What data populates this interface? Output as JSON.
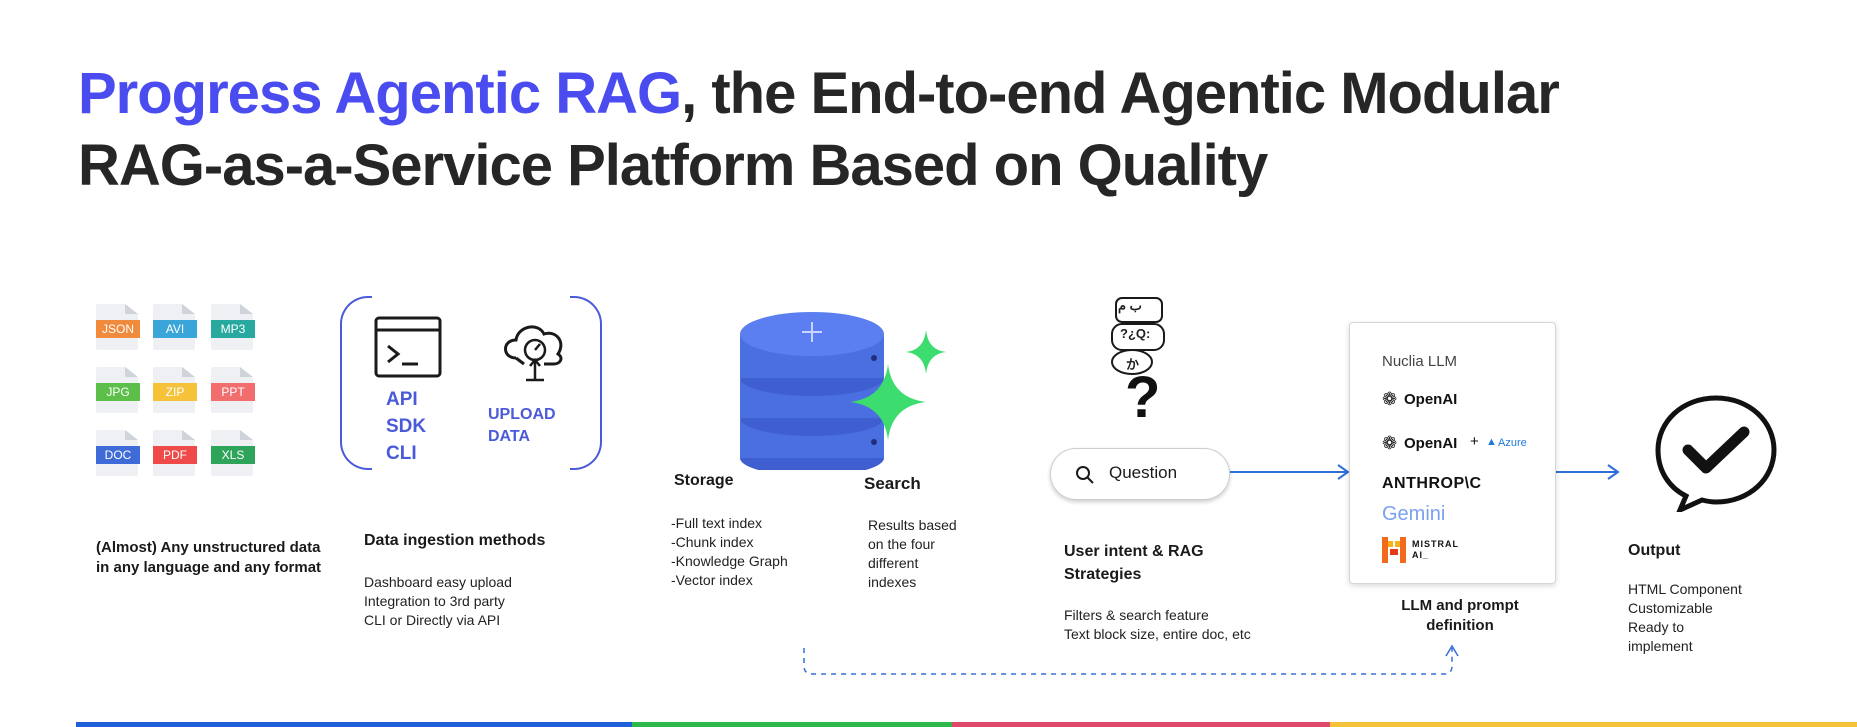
{
  "title": {
    "accent": "Progress Agentic RAG",
    "rest_line1": ", the End-to-end Agentic Modular",
    "line2": "RAG-as-a-Service Platform Based on Quality"
  },
  "files": [
    {
      "label": "JSON",
      "color": "#f08a3c"
    },
    {
      "label": "AVI",
      "color": "#3aa5d8"
    },
    {
      "label": "MP3",
      "color": "#27a9a0"
    },
    {
      "label": "JPG",
      "color": "#5cbf4a"
    },
    {
      "label": "ZIP",
      "color": "#f5c23a"
    },
    {
      "label": "PPT",
      "color": "#f26d6d"
    },
    {
      "label": "DOC",
      "color": "#3f6bd8"
    },
    {
      "label": "PDF",
      "color": "#ee4a4a"
    },
    {
      "label": "XLS",
      "color": "#2ea35a"
    }
  ],
  "sources": {
    "caption": "(Almost) Any unstructured data in any language and any format"
  },
  "ingestion": {
    "methods": [
      "API",
      "SDK",
      "CLI"
    ],
    "upload": [
      "UPLOAD",
      "DATA"
    ],
    "heading": "Data ingestion methods",
    "details": [
      "Dashboard easy upload",
      "Integration to 3rd party",
      "CLI or Directly via API"
    ]
  },
  "storage": {
    "heading": "Storage",
    "items": [
      "-Full text index",
      "-Chunk index",
      "-Knowledge Graph",
      "-Vector index"
    ]
  },
  "search": {
    "heading": "Search",
    "details": [
      "Results based",
      "on the four",
      "different",
      "indexes"
    ]
  },
  "intent": {
    "question_label": "Question",
    "question_mark": "?",
    "speech_glyphs": [
      "ب م",
      "?¿Q:",
      "か"
    ],
    "heading": [
      "User intent & RAG",
      "Strategies"
    ],
    "details": [
      "Filters & search feature",
      "Text block size, entire doc, etc"
    ]
  },
  "llm": {
    "providers": {
      "nuclia": "Nuclia LLM",
      "openai": "OpenAI",
      "openai2": "OpenAI",
      "plus": "+",
      "azure": "Azure",
      "anthropic": "ANTHROP\\C",
      "gemini": "Gemini",
      "mistral_line1": "MISTRAL",
      "mistral_line2": "AI_"
    },
    "heading": [
      "LLM  and prompt",
      "definition"
    ]
  },
  "output": {
    "heading": "Output",
    "details": [
      "HTML Component",
      "Customizable",
      "Ready to",
      "implement"
    ]
  },
  "colors": {
    "accent": "#4a4cf0",
    "db_blue": "#4a6fe0",
    "sparkle_green": "#3ddc6e",
    "arrow_blue": "#2f6fd8"
  },
  "bottom_bar_colors": [
    "#1f5fd8",
    "#2fb84a",
    "#e04a6a",
    "#f5c23a"
  ]
}
